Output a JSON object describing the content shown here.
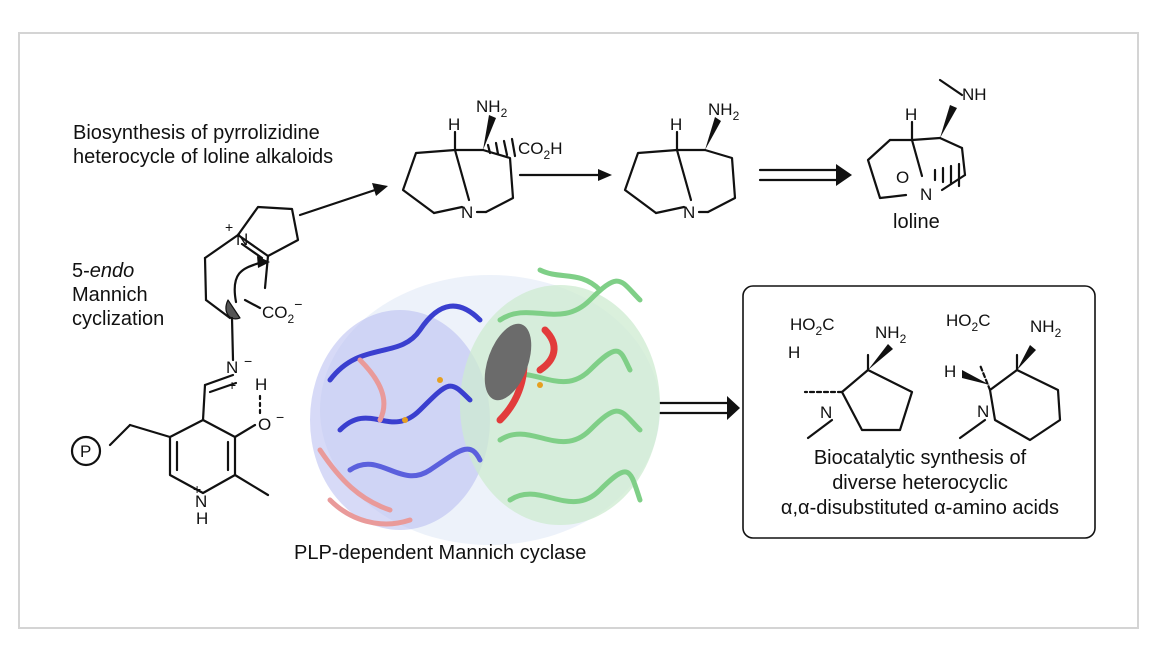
{
  "title_line1": "Biosynthesis of pyrrolizidine",
  "title_line2": "heterocycle of loline alkaloids",
  "mannich_line1_num": "5-",
  "mannich_line1_italic": "endo",
  "mannich_line2": "Mannich",
  "mannich_line3": "cyclization",
  "loline_label": "loline",
  "enzyme_label": "PLP-dependent Mannich cyclase",
  "box_line1": "Biocatalytic synthesis of",
  "box_line2": "diverse heterocyclic",
  "box_line3": "α,α-disubstituted α-amino acids",
  "atoms": {
    "nh2": "NH",
    "nh2_sub": "2",
    "co2h": "CO",
    "co2h_sub": "2",
    "co2h_end": "H",
    "h": "H",
    "n": "N",
    "nh": "NH",
    "o": "O",
    "p": "P",
    "ho2c": "HO",
    "ho2c_sub": "2",
    "ho2c_end": "C",
    "co2_minus": "CO",
    "plus": "+",
    "minus": "−"
  },
  "colors": {
    "protein_green": "#7fcf87",
    "protein_blue": "#3a3fcf",
    "protein_red": "#e23b3b",
    "protein_pink": "#e99a9a",
    "ligand_gray": "#6b6b6b"
  }
}
